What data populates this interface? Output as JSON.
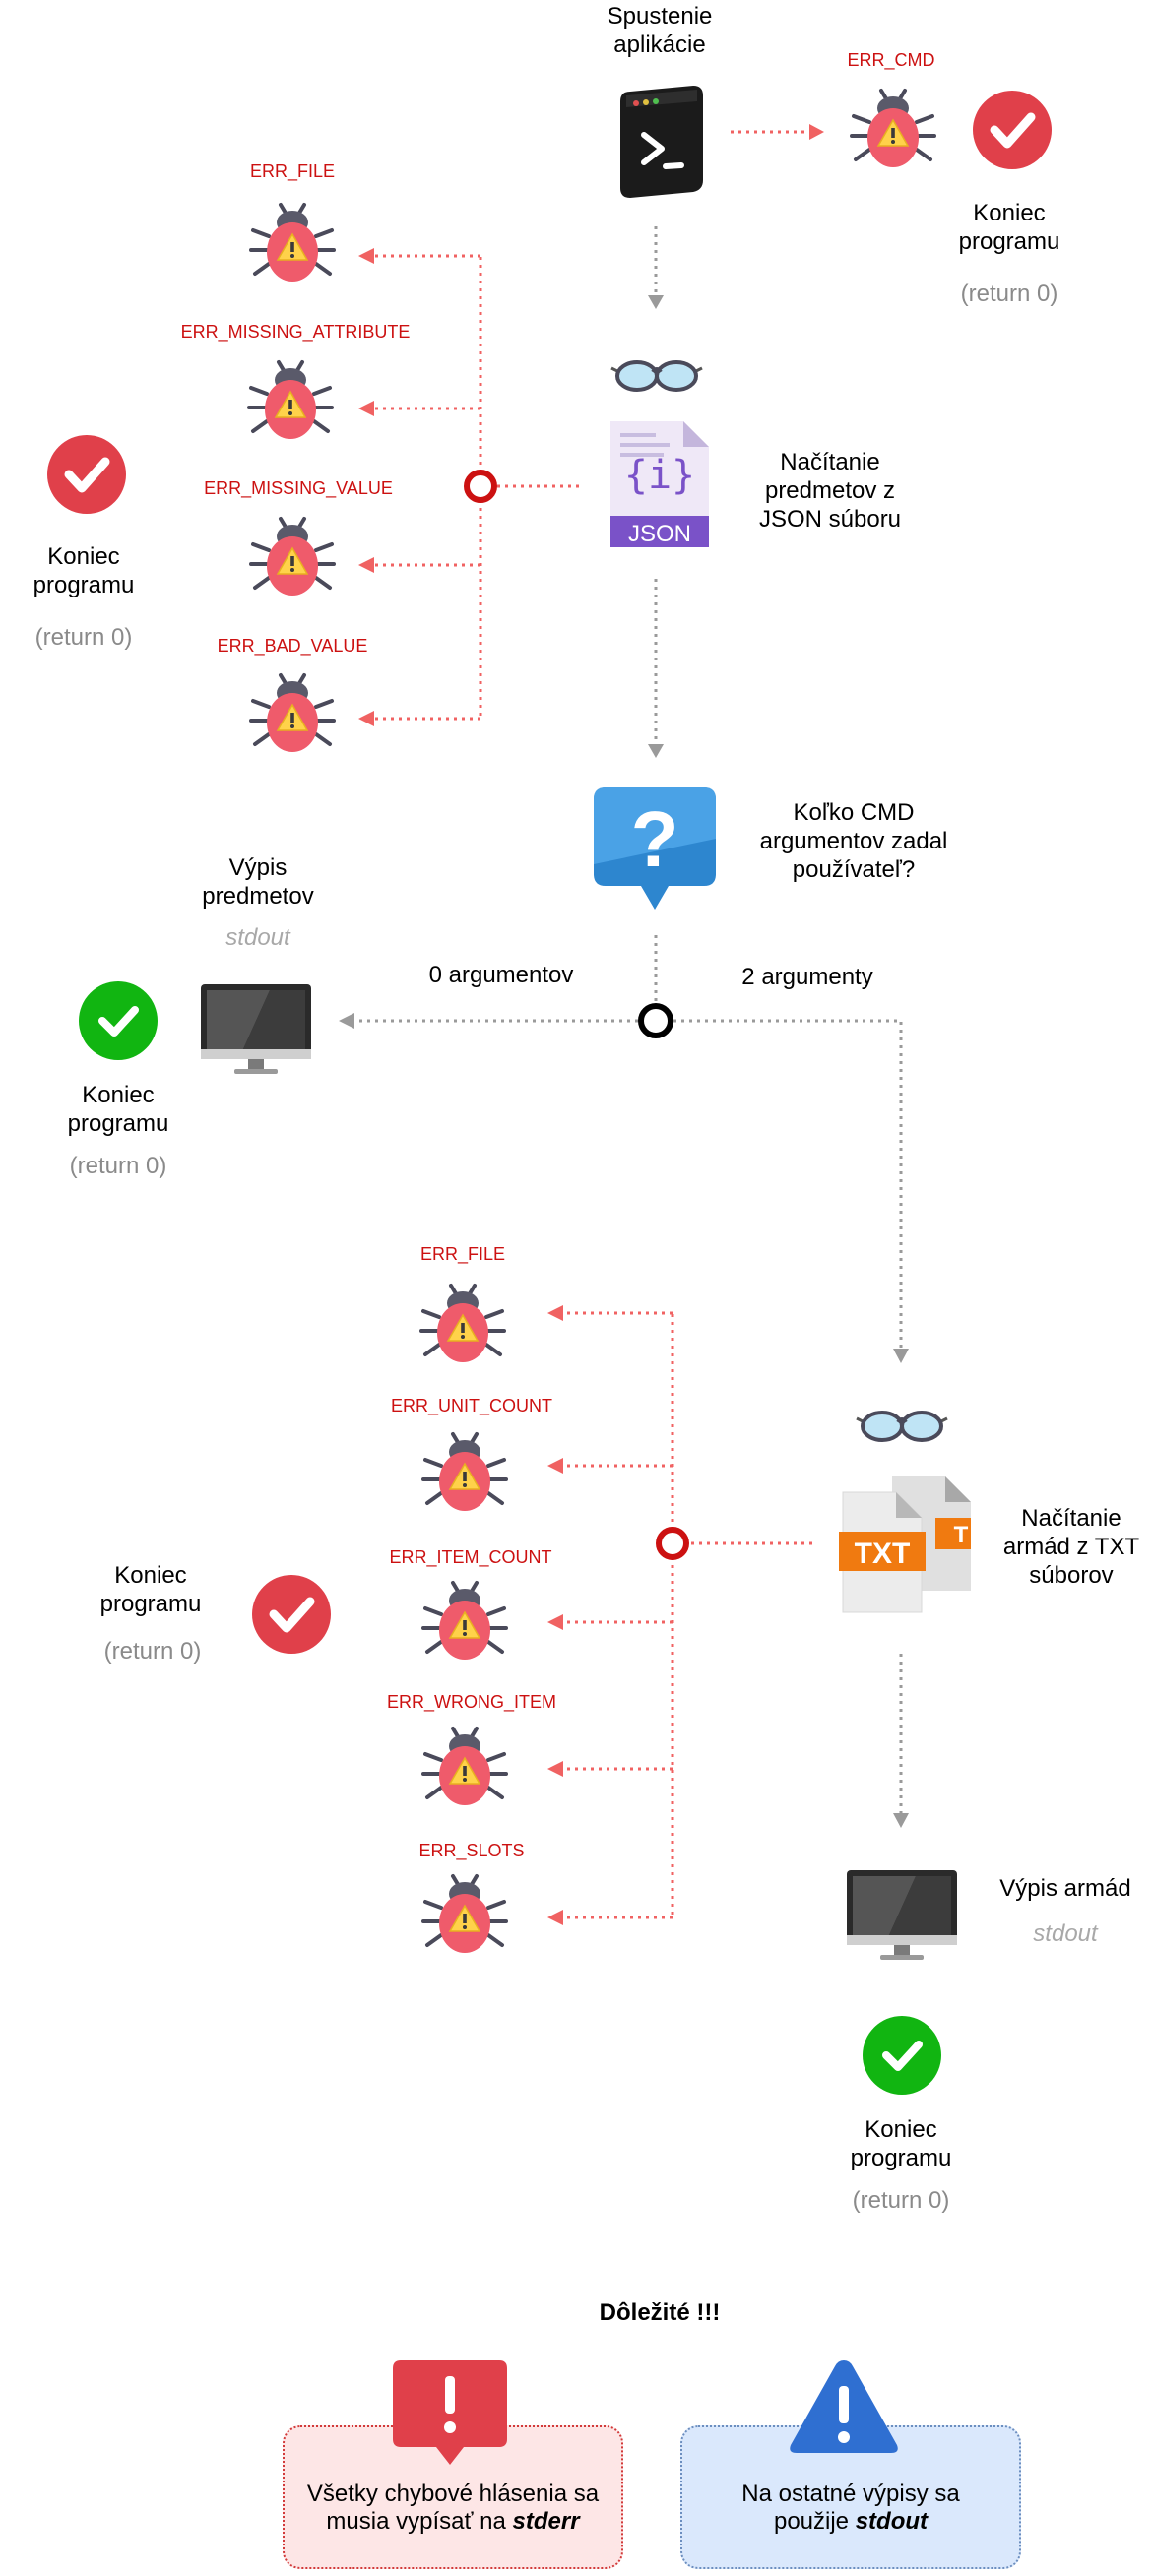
{
  "start": {
    "label_line1": "Spustenie",
    "label_line2": "aplikácie"
  },
  "err_cmd": "ERR_CMD",
  "end_top_right": {
    "line1": "Koniec",
    "line2": "programu",
    "ret": "(return 0)"
  },
  "json_errors": [
    "ERR_FILE",
    "ERR_MISSING_ATTRIBUTE",
    "ERR_MISSING_VALUE",
    "ERR_BAD_VALUE"
  ],
  "end_left": {
    "line1": "Koniec",
    "line2": "programu",
    "ret": "(return 0)"
  },
  "json_step": {
    "line1": "Načítanie",
    "line2": "predmetov z",
    "line3": "JSON súboru",
    "icon_label": "JSON"
  },
  "question": {
    "line1": "Koľko CMD",
    "line2": "argumentov zadal",
    "line3": "používateľ?"
  },
  "print_items": {
    "line1": "Výpis",
    "line2": "predmetov",
    "stream": "stdout"
  },
  "branch": {
    "zero": "0 argumentov",
    "two": "2 argumenty"
  },
  "end_items": {
    "line1": "Koniec",
    "line2": "programu",
    "ret": "(return 0)"
  },
  "txt_errors": [
    "ERR_FILE",
    "ERR_UNIT_COUNT",
    "ERR_ITEM_COUNT",
    "ERR_WRONG_ITEM",
    "ERR_SLOTS"
  ],
  "end_txt_left": {
    "line1": "Koniec",
    "line2": "programu",
    "ret": "(return 0)"
  },
  "txt_step": {
    "line1": "Načítanie",
    "line2": "armád z TXT",
    "line3": "súborov",
    "icon_label": "TXT"
  },
  "print_armies": {
    "line1": "Výpis armád",
    "stream": "stdout"
  },
  "end_final": {
    "line1": "Koniec",
    "line2": "programu",
    "ret": "(return 0)"
  },
  "important": {
    "title": "Dôležité !!!",
    "stderr_note_line1": "Všetky chybové hlásenia sa",
    "stderr_note_line2": "musia vypísať na",
    "stderr_word": "stderr",
    "stdout_note_line1": "Na ostatné výpisy sa",
    "stdout_note_line2": "použije",
    "stdout_word": "stdout"
  },
  "colors": {
    "error_red": "#cc1111",
    "arrow_red": "#f06262",
    "arrow_gray": "#9a9a9a",
    "ok_green": "#1aaa1a",
    "end_red": "#e0404a"
  }
}
